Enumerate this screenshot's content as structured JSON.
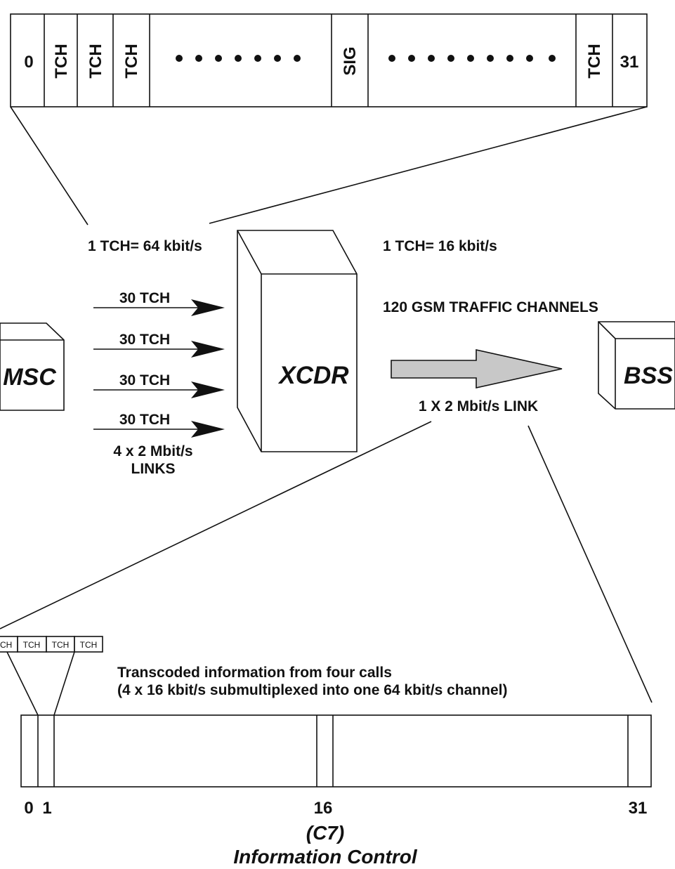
{
  "top_frame": {
    "slots": [
      "0",
      "TCH",
      "TCH",
      "TCH",
      "SIG",
      "TCH",
      "31"
    ]
  },
  "rates": {
    "left": "1 TCH= 64 kbit/s",
    "right": "1 TCH= 16 kbit/s"
  },
  "input_links": {
    "arrows": [
      "30 TCH",
      "30 TCH",
      "30 TCH",
      "30 TCH"
    ],
    "caption_line1": "4 x 2 Mbit/s",
    "caption_line2": "LINKS"
  },
  "nodes": {
    "msc": "MSC",
    "xcdr": "XCDR",
    "bss": "BSS"
  },
  "output_link": {
    "traffic": "120 GSM TRAFFIC CHANNELS",
    "link": "1 X 2 Mbit/s LINK"
  },
  "submux": {
    "cells": [
      "TCH",
      "TCH",
      "TCH",
      "TCH"
    ],
    "note_line1": "Transcoded information from four calls",
    "note_line2": "(4 x 16 kbit/s submultiplexed into one 64 kbit/s channel)"
  },
  "bottom_frame": {
    "ticks": [
      "0",
      "1",
      "16",
      "31"
    ],
    "c7": "(C7)",
    "caption": "Information Control"
  }
}
